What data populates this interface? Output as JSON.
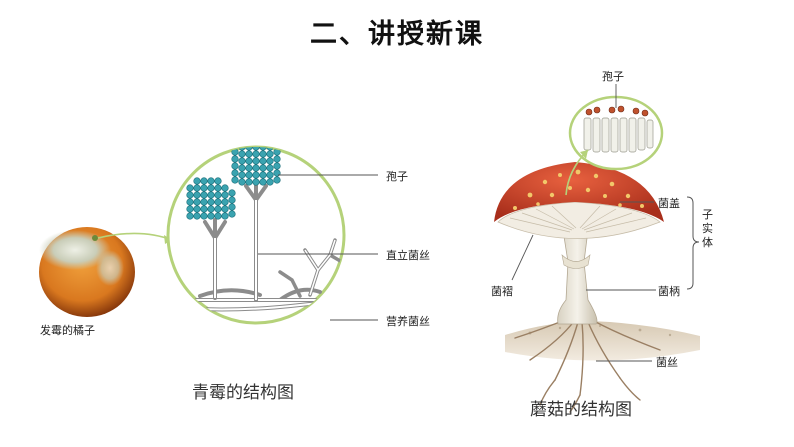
{
  "page": {
    "title": "二、讲授新课"
  },
  "penicillium": {
    "orange_label": "发霉的橘子",
    "spore_label": "孢子",
    "upright_hypha_label": "直立菌丝",
    "vegetative_hypha_label": "营养菌丝",
    "caption": "青霉的结构图"
  },
  "mushroom": {
    "spore_label": "孢子",
    "cap_label": "菌盖",
    "gill_label": "菌褶",
    "stalk_label": "菌柄",
    "fruiting_body_label": "子实体",
    "hypha_label": "菌丝",
    "caption": "蘑菇的结构图"
  },
  "colors": {
    "circle_outline": "#b5d27a",
    "spore_teal": "#3aa3b0",
    "cap_red": "#d2462e",
    "orange_fruit": "#d9781f"
  }
}
